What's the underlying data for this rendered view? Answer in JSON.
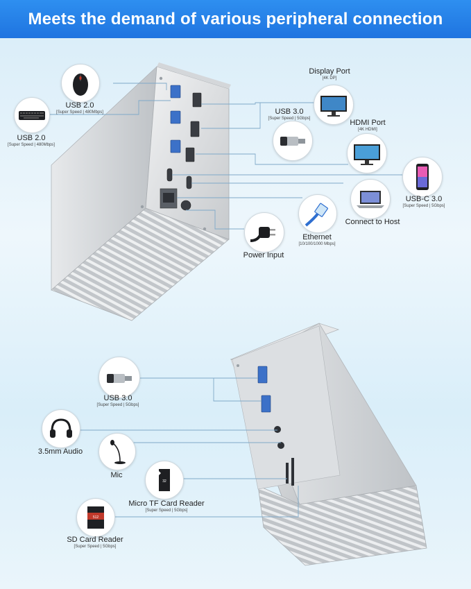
{
  "banner": {
    "title": "Meets the demand of various peripheral connection"
  },
  "labels": {
    "usb2_mouse": {
      "title": "USB 2.0",
      "sub": "[Super Speed | 480Mbps]"
    },
    "usb2_keyboard": {
      "title": "USB 2.0",
      "sub": "[Super Speed | 480Mbps]"
    },
    "displayport": {
      "title": "Display Port",
      "sub": "[4K DP]"
    },
    "usb3_top": {
      "title": "USB 3.0",
      "sub": "[Super Speed | 5Gbps]"
    },
    "hdmi": {
      "title": "HDMI Port",
      "sub": "[4K HDMI]"
    },
    "usbc": {
      "title": "USB-C 3.0",
      "sub": "[Super Speed | 5Gbps]"
    },
    "host": {
      "title": "Connect to Host"
    },
    "ethernet": {
      "title": "Ethernet",
      "sub": "[10/100/1000 Mbps]"
    },
    "power": {
      "title": "Power Input"
    },
    "usb3_front": {
      "title": "USB 3.0",
      "sub": "[Super Speed | 5Gbps]"
    },
    "audio": {
      "title": "3.5mm Audio"
    },
    "mic": {
      "title": "Mic"
    },
    "tf": {
      "title": "Micro TF Card Reader",
      "sub": "[Super Speed | 5Gbps]"
    },
    "sd": {
      "title": "SD Card Reader",
      "sub": "[Super Speed | 5Gbps]"
    }
  },
  "colors": {
    "banner": "#1f74e0",
    "connector": "#7fa9c8",
    "aluminum": "#c9ccd0"
  }
}
